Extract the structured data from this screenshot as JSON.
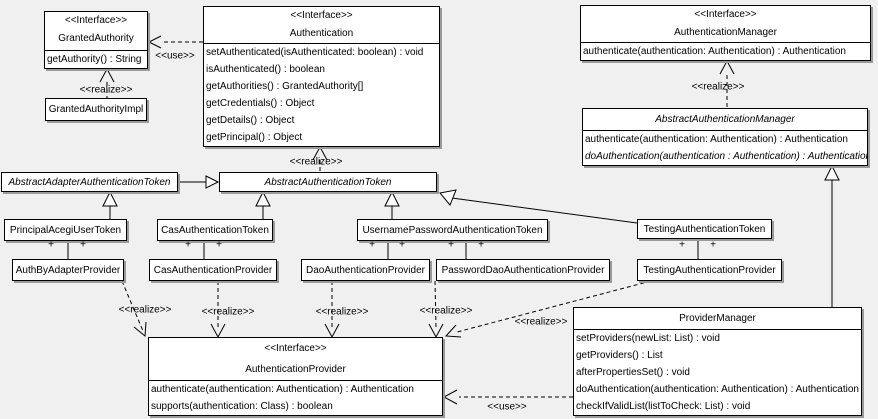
{
  "colors": {
    "background": "#f0f0f0",
    "node_fill": "#ffffff",
    "line": "#000000",
    "shadow": "#9a9a9a"
  },
  "labels": {
    "use": "<<use>>",
    "realize": "<<realize>>",
    "plus": "+"
  },
  "classes": {
    "granted_authority": {
      "stereotype": "<<Interface>>",
      "name": "GrantedAuthority",
      "methods": [
        "getAuthority() : String"
      ]
    },
    "granted_authority_impl": {
      "name": "GrantedAuthorityImpl"
    },
    "authentication": {
      "stereotype": "<<Interface>>",
      "name": "Authentication",
      "methods": [
        "setAuthenticated(isAuthenticated: boolean) : void",
        "isAuthenticated() : boolean",
        "getAuthorities() : GrantedAuthority[]",
        "getCredentials() : Object",
        "getDetails() : Object",
        "getPrincipal() : Object"
      ]
    },
    "authentication_manager": {
      "stereotype": "<<Interface>>",
      "name": "AuthenticationManager",
      "methods": [
        "authenticate(authentication: Authentication) : Authentication"
      ]
    },
    "abstract_authentication_manager": {
      "name": "AbstractAuthenticationManager",
      "methods": [
        "authenticate(authentication: Authentication) : Authentication",
        "doAuthentication(authentication : Authentication) : Authentication"
      ]
    },
    "abstract_adapter_authentication_token": {
      "name": "AbstractAdapterAuthenticationToken"
    },
    "abstract_authentication_token": {
      "name": "AbstractAuthenticationToken"
    },
    "principal_acegi_user_token": {
      "name": "PrincipalAcegiUserToken"
    },
    "cas_authentication_token": {
      "name": "CasAuthenticationToken"
    },
    "username_password_authentication_token": {
      "name": "UsernamePasswordAuthenticationToken"
    },
    "testing_authentication_token": {
      "name": "TestingAuthenticationToken"
    },
    "auth_by_adapter_provider": {
      "name": "AuthByAdapterProvider"
    },
    "cas_authentication_provider": {
      "name": "CasAuthenticationProvider"
    },
    "dao_authentication_provider": {
      "name": "DaoAuthenticationProvider"
    },
    "password_dao_authentication_provider": {
      "name": "PasswordDaoAuthenticationProvider"
    },
    "testing_authentication_provider": {
      "name": "TestingAuthenticationProvider"
    },
    "authentication_provider": {
      "stereotype": "<<Interface>>",
      "name": "AuthenticationProvider",
      "methods": [
        "authenticate(authentication: Authentication) : Authentication",
        "supports(authentication: Class) : boolean"
      ]
    },
    "provider_manager": {
      "name": "ProviderManager",
      "methods": [
        "setProviders(newList: List) : void",
        "getProviders() : List",
        "afterPropertiesSet() : void",
        "doAuthentication(authentication: Authentication) : Authentication",
        "checkIfValidList(listToCheck: List) : void"
      ]
    }
  }
}
